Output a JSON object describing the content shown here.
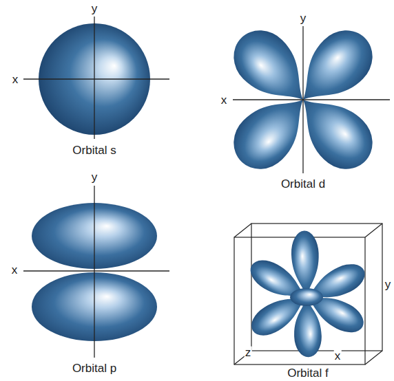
{
  "diagram": {
    "labels": [
      "y",
      "x",
      "y",
      "x",
      "Orbital s",
      "Orbital d",
      "y",
      "x",
      "Orbital p",
      "y",
      "z",
      "x",
      "Orbital f"
    ]
  }
}
